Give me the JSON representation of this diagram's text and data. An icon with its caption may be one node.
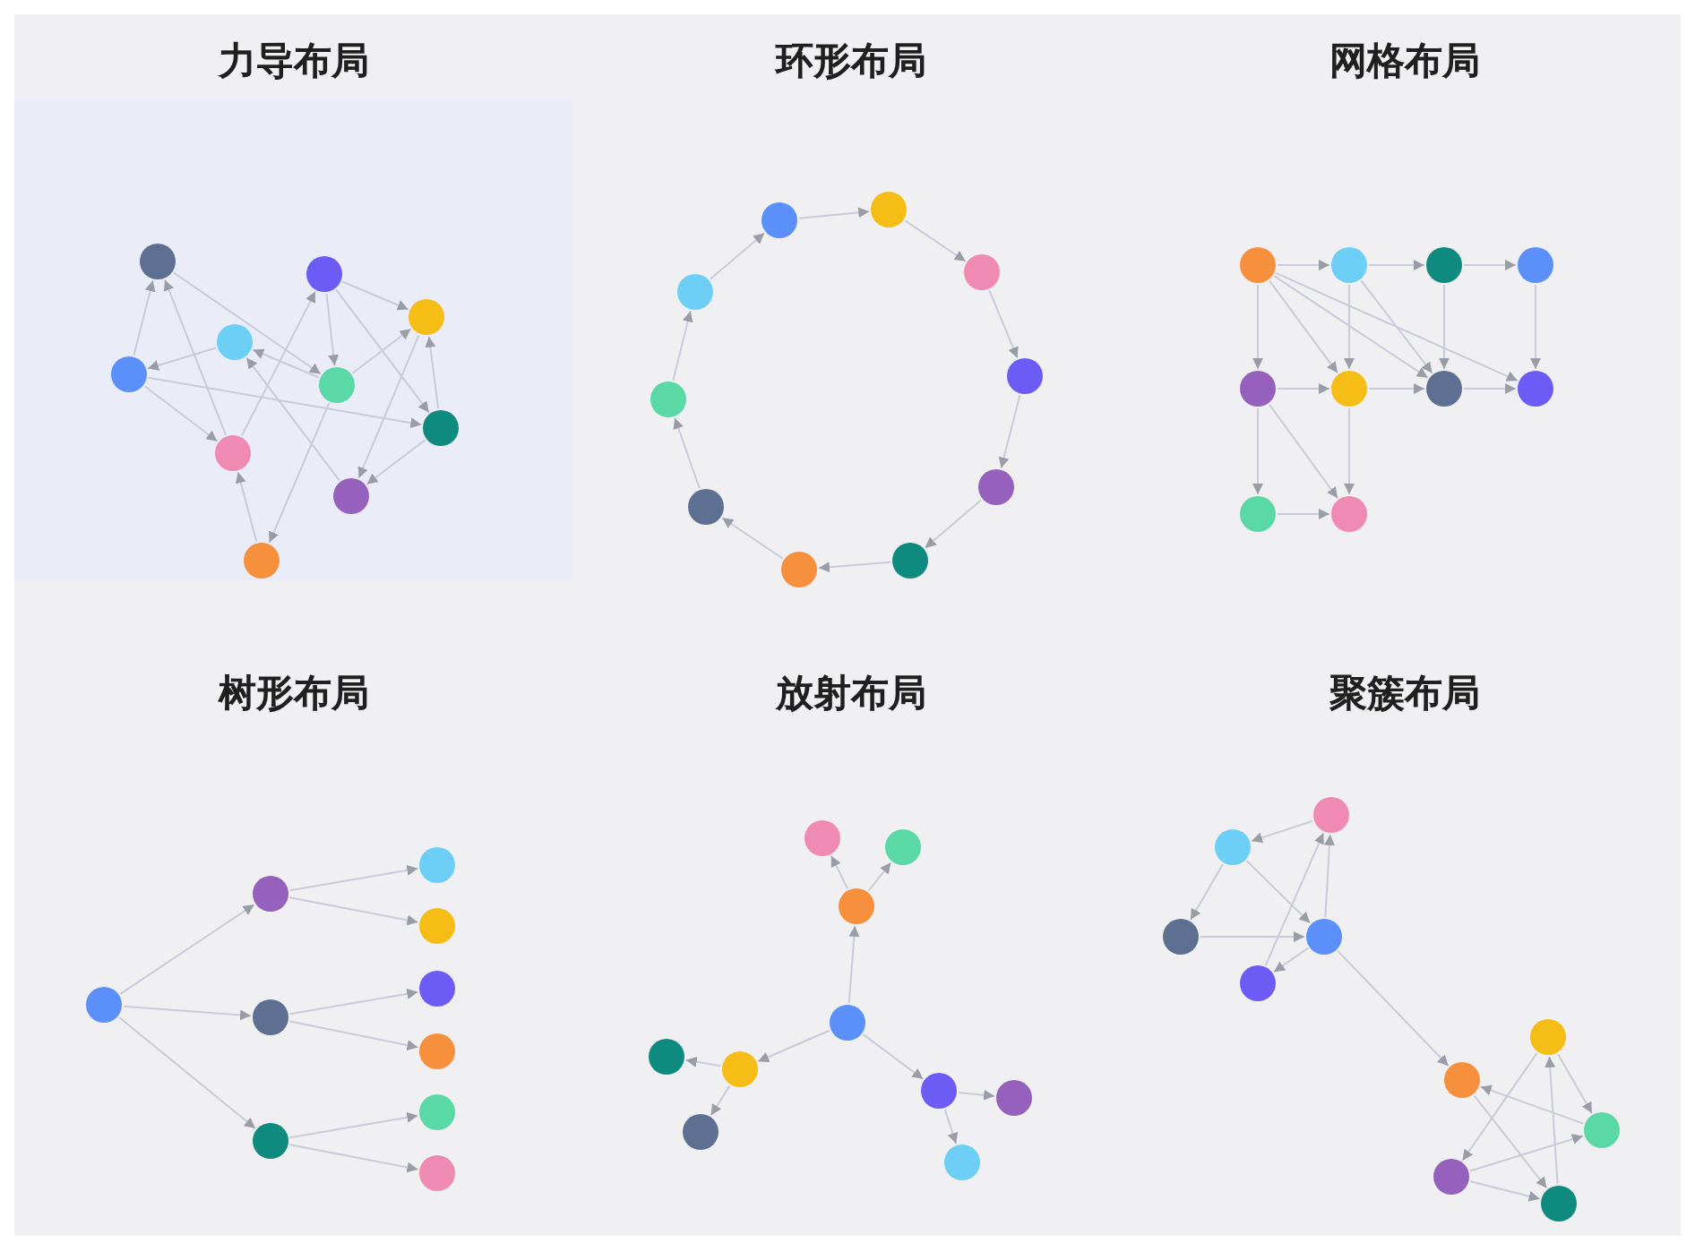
{
  "diagram": {
    "nodes": [
      {
        "text": [
          "力导布局"
        ]
      },
      {
        "text": [],
        "shape": "circle",
        "in": 0
      },
      {
        "text": [],
        "shape": "circle",
        "in": 0
      },
      {
        "text": [],
        "shape": "circle",
        "in": 0
      },
      {
        "text": [],
        "shape": "circle",
        "in": 0
      },
      {
        "text": [],
        "shape": "circle",
        "in": 0
      },
      {
        "text": [],
        "shape": "circle",
        "in": 0
      },
      {
        "text": [],
        "shape": "circle",
        "in": 0
      },
      {
        "text": [],
        "shape": "circle",
        "in": 0
      },
      {
        "text": [],
        "shape": "circle",
        "in": 0
      },
      {
        "text": [],
        "shape": "circle",
        "in": 0
      },
      {
        "text": [
          "环形布局"
        ]
      },
      {
        "text": [],
        "shape": "circle",
        "in": 11
      },
      {
        "text": [],
        "shape": "circle",
        "in": 11
      },
      {
        "text": [],
        "shape": "circle",
        "in": 11
      },
      {
        "text": [],
        "shape": "circle",
        "in": 11
      },
      {
        "text": [],
        "shape": "circle",
        "in": 11
      },
      {
        "text": [],
        "shape": "circle",
        "in": 11
      },
      {
        "text": [],
        "shape": "circle",
        "in": 11
      },
      {
        "text": [],
        "shape": "circle",
        "in": 11
      },
      {
        "text": [],
        "shape": "circle",
        "in": 11
      },
      {
        "text": [],
        "shape": "circle",
        "in": 11
      },
      {
        "text": [
          "网格布局"
        ]
      },
      {
        "text": [],
        "shape": "circle",
        "in": 22
      },
      {
        "text": [],
        "shape": "circle",
        "in": 22
      },
      {
        "text": [],
        "shape": "circle",
        "in": 22
      },
      {
        "text": [],
        "shape": "circle",
        "in": 22
      },
      {
        "text": [],
        "shape": "circle",
        "in": 22
      },
      {
        "text": [],
        "shape": "circle",
        "in": 22
      },
      {
        "text": [],
        "shape": "circle",
        "in": 22
      },
      {
        "text": [],
        "shape": "circle",
        "in": 22
      },
      {
        "text": [],
        "shape": "circle",
        "in": 22
      },
      {
        "text": [],
        "shape": "circle",
        "in": 22
      },
      {
        "text": [
          "树形布局"
        ]
      },
      {
        "text": [],
        "shape": "circle",
        "in": 33
      },
      {
        "text": [],
        "shape": "circle",
        "in": 33
      },
      {
        "text": [],
        "shape": "circle",
        "in": 33
      },
      {
        "text": [],
        "shape": "circle",
        "in": 33
      },
      {
        "text": [],
        "shape": "circle",
        "in": 33
      },
      {
        "text": [],
        "shape": "circle",
        "in": 33
      },
      {
        "text": [],
        "shape": "circle",
        "in": 33
      },
      {
        "text": [],
        "shape": "circle",
        "in": 33
      },
      {
        "text": [],
        "shape": "circle",
        "in": 33
      },
      {
        "text": [],
        "shape": "circle",
        "in": 33
      },
      {
        "text": [
          "放射布局"
        ]
      },
      {
        "text": [],
        "shape": "circle",
        "in": 44
      },
      {
        "text": [],
        "shape": "circle",
        "in": 44
      },
      {
        "text": [],
        "shape": "circle",
        "in": 44
      },
      {
        "text": [],
        "shape": "circle",
        "in": 44
      },
      {
        "text": [],
        "shape": "circle",
        "in": 44
      },
      {
        "text": [],
        "shape": "circle",
        "in": 44
      },
      {
        "text": [],
        "shape": "circle",
        "in": 44
      },
      {
        "text": [],
        "shape": "circle",
        "in": 44
      },
      {
        "text": [],
        "shape": "circle",
        "in": 44
      },
      {
        "text": [],
        "shape": "circle",
        "in": 44
      },
      {
        "text": [
          "聚簇布局"
        ]
      },
      {
        "text": [],
        "shape": "circle",
        "in": 55
      },
      {
        "text": [],
        "shape": "circle",
        "in": 55
      },
      {
        "text": [],
        "shape": "circle",
        "in": 55
      },
      {
        "text": [],
        "shape": "circle",
        "in": 55
      },
      {
        "text": [],
        "shape": "circle",
        "in": 55
      },
      {
        "text": [],
        "shape": "circle",
        "in": 55
      },
      {
        "text": [],
        "shape": "circle",
        "in": 55
      },
      {
        "text": [],
        "shape": "circle",
        "in": 55
      },
      {
        "text": [],
        "shape": "circle",
        "in": 55
      },
      {
        "text": [],
        "shape": "circle",
        "in": 55
      }
    ],
    "edges": [
      {
        "from": 5,
        "to": 1,
        "arrow": "to"
      },
      {
        "from": 8,
        "to": 1,
        "arrow": "to"
      },
      {
        "from": 4,
        "to": 5,
        "arrow": "to"
      },
      {
        "from": 1,
        "to": 6,
        "arrow": "to"
      },
      {
        "from": 6,
        "to": 4,
        "arrow": "to"
      },
      {
        "from": 9,
        "to": 4,
        "arrow": "to"
      },
      {
        "from": 5,
        "to": 8,
        "arrow": "to"
      },
      {
        "from": 5,
        "to": 7,
        "arrow": "to"
      },
      {
        "from": 8,
        "to": 2,
        "arrow": "to"
      },
      {
        "from": 10,
        "to": 8,
        "arrow": "to"
      },
      {
        "from": 6,
        "to": 10,
        "arrow": "to"
      },
      {
        "from": 2,
        "to": 6,
        "arrow": "to"
      },
      {
        "from": 2,
        "to": 3,
        "arrow": "to"
      },
      {
        "from": 2,
        "to": 7,
        "arrow": "to"
      },
      {
        "from": 6,
        "to": 3,
        "arrow": "to"
      },
      {
        "from": 7,
        "to": 3,
        "arrow": "to"
      },
      {
        "from": 3,
        "to": 9,
        "arrow": "to"
      },
      {
        "from": 7,
        "to": 9,
        "arrow": "to"
      },
      {
        "from": 12,
        "to": 13,
        "arrow": "to"
      },
      {
        "from": 13,
        "to": 14,
        "arrow": "to"
      },
      {
        "from": 14,
        "to": 15,
        "arrow": "to"
      },
      {
        "from": 15,
        "to": 16,
        "arrow": "to"
      },
      {
        "from": 16,
        "to": 17,
        "arrow": "to"
      },
      {
        "from": 17,
        "to": 18,
        "arrow": "to"
      },
      {
        "from": 18,
        "to": 19,
        "arrow": "to"
      },
      {
        "from": 19,
        "to": 20,
        "arrow": "to"
      },
      {
        "from": 20,
        "to": 21,
        "arrow": "to"
      },
      {
        "from": 21,
        "to": 12,
        "arrow": "to"
      },
      {
        "from": 23,
        "to": 24,
        "arrow": "to"
      },
      {
        "from": 24,
        "to": 25,
        "arrow": "to"
      },
      {
        "from": 25,
        "to": 26,
        "arrow": "to"
      },
      {
        "from": 23,
        "to": 27,
        "arrow": "to"
      },
      {
        "from": 24,
        "to": 28,
        "arrow": "to"
      },
      {
        "from": 25,
        "to": 29,
        "arrow": "to"
      },
      {
        "from": 26,
        "to": 30,
        "arrow": "to"
      },
      {
        "from": 27,
        "to": 28,
        "arrow": "to"
      },
      {
        "from": 28,
        "to": 29,
        "arrow": "to"
      },
      {
        "from": 29,
        "to": 30,
        "arrow": "to"
      },
      {
        "from": 27,
        "to": 31,
        "arrow": "to"
      },
      {
        "from": 28,
        "to": 32,
        "arrow": "to"
      },
      {
        "from": 31,
        "to": 32,
        "arrow": "to"
      },
      {
        "from": 23,
        "to": 28,
        "arrow": "to"
      },
      {
        "from": 23,
        "to": 29,
        "arrow": "to"
      },
      {
        "from": 23,
        "to": 30,
        "arrow": "to"
      },
      {
        "from": 24,
        "to": 29,
        "arrow": "to"
      },
      {
        "from": 27,
        "to": 32,
        "arrow": "to"
      },
      {
        "from": 34,
        "to": 35,
        "arrow": "to"
      },
      {
        "from": 34,
        "to": 36,
        "arrow": "to"
      },
      {
        "from": 34,
        "to": 37,
        "arrow": "to"
      },
      {
        "from": 35,
        "to": 38,
        "arrow": "to"
      },
      {
        "from": 35,
        "to": 39,
        "arrow": "to"
      },
      {
        "from": 36,
        "to": 40,
        "arrow": "to"
      },
      {
        "from": 36,
        "to": 41,
        "arrow": "to"
      },
      {
        "from": 37,
        "to": 42,
        "arrow": "to"
      },
      {
        "from": 37,
        "to": 43,
        "arrow": "to"
      },
      {
        "from": 48,
        "to": 47,
        "arrow": "to"
      },
      {
        "from": 47,
        "to": 45,
        "arrow": "to"
      },
      {
        "from": 47,
        "to": 46,
        "arrow": "to"
      },
      {
        "from": 48,
        "to": 49,
        "arrow": "to"
      },
      {
        "from": 49,
        "to": 50,
        "arrow": "to"
      },
      {
        "from": 49,
        "to": 53,
        "arrow": "to"
      },
      {
        "from": 48,
        "to": 51,
        "arrow": "to"
      },
      {
        "from": 51,
        "to": 52,
        "arrow": "to"
      },
      {
        "from": 51,
        "to": 54,
        "arrow": "to"
      },
      {
        "from": 56,
        "to": 57,
        "arrow": "to"
      },
      {
        "from": 57,
        "to": 58,
        "arrow": "to"
      },
      {
        "from": 57,
        "to": 59,
        "arrow": "to"
      },
      {
        "from": 58,
        "to": 59,
        "arrow": "to"
      },
      {
        "from": 59,
        "to": 56,
        "arrow": "to"
      },
      {
        "from": 60,
        "to": 56,
        "arrow": "to"
      },
      {
        "from": 59,
        "to": 60,
        "arrow": "to"
      },
      {
        "from": 59,
        "to": 62,
        "arrow": "to"
      },
      {
        "from": 63,
        "to": 62,
        "arrow": "to"
      },
      {
        "from": 61,
        "to": 63,
        "arrow": "to"
      },
      {
        "from": 61,
        "to": 64,
        "arrow": "to"
      },
      {
        "from": 62,
        "to": 65,
        "arrow": "to"
      },
      {
        "from": 64,
        "to": 63,
        "arrow": "to"
      },
      {
        "from": 64,
        "to": 65,
        "arrow": "to"
      },
      {
        "from": 65,
        "to": 61,
        "arrow": "to"
      }
    ]
  }
}
